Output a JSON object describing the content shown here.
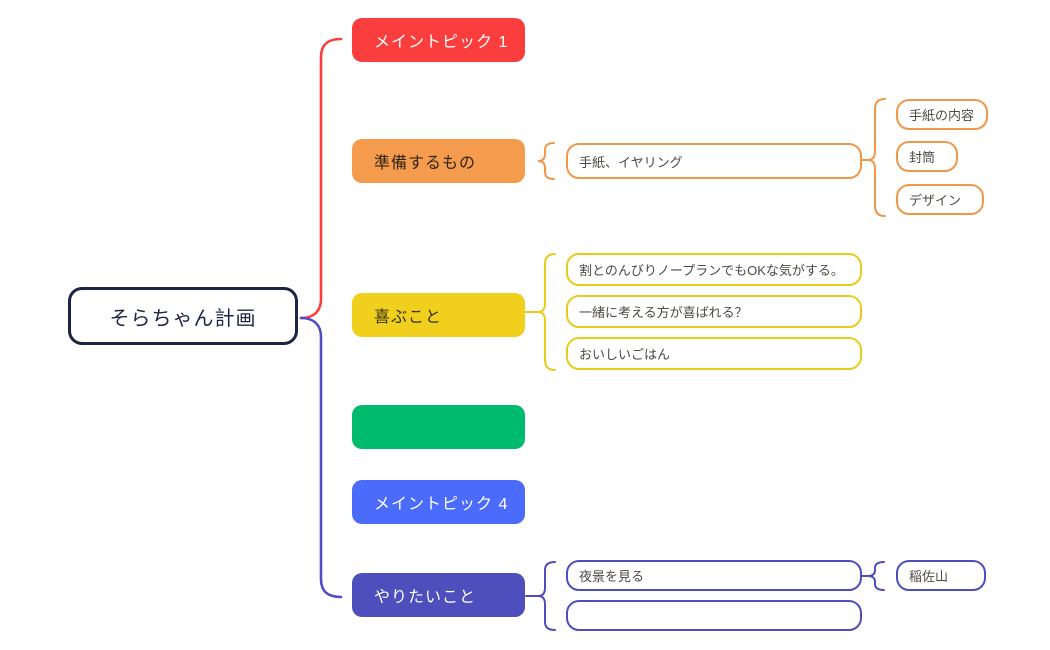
{
  "app": "mindmap-canvas",
  "colors": {
    "branch_red": "#fa3e3e",
    "branch_orange": "#f59b4d",
    "branch_yellow": "#f0d01c",
    "branch_green": "#00bb6d",
    "branch_blue": "#4b6bfb",
    "branch_indigo": "#4f4ebd",
    "root_border": "#1e2444",
    "background": "#ffffff"
  },
  "root": {
    "label": "そらちゃん計画"
  },
  "nodes": {
    "main1": {
      "label": "メイントピック 1"
    },
    "prepare": {
      "label": "準備するもの"
    },
    "prepare_child": {
      "label": "手紙、イヤリング"
    },
    "prepare_gc1": {
      "label": "手紙の内容"
    },
    "prepare_gc2": {
      "label": "封筒"
    },
    "prepare_gc3": {
      "label": "デザイン"
    },
    "happy": {
      "label": "喜ぶこと"
    },
    "happy_c1": {
      "label": "割とのんびりノープランでもOKな気がする。"
    },
    "happy_c2": {
      "label": "一緒に考える方が喜ばれる？"
    },
    "happy_c3": {
      "label": "おいしいごはん"
    },
    "main3_empty": {
      "label": ""
    },
    "main4": {
      "label": "メイントピック 4"
    },
    "want": {
      "label": "やりたいこと"
    },
    "want_c1": {
      "label": "夜景を見る"
    },
    "want_c2_empty": {
      "label": ""
    },
    "want_gc1": {
      "label": "稲佐山"
    }
  }
}
